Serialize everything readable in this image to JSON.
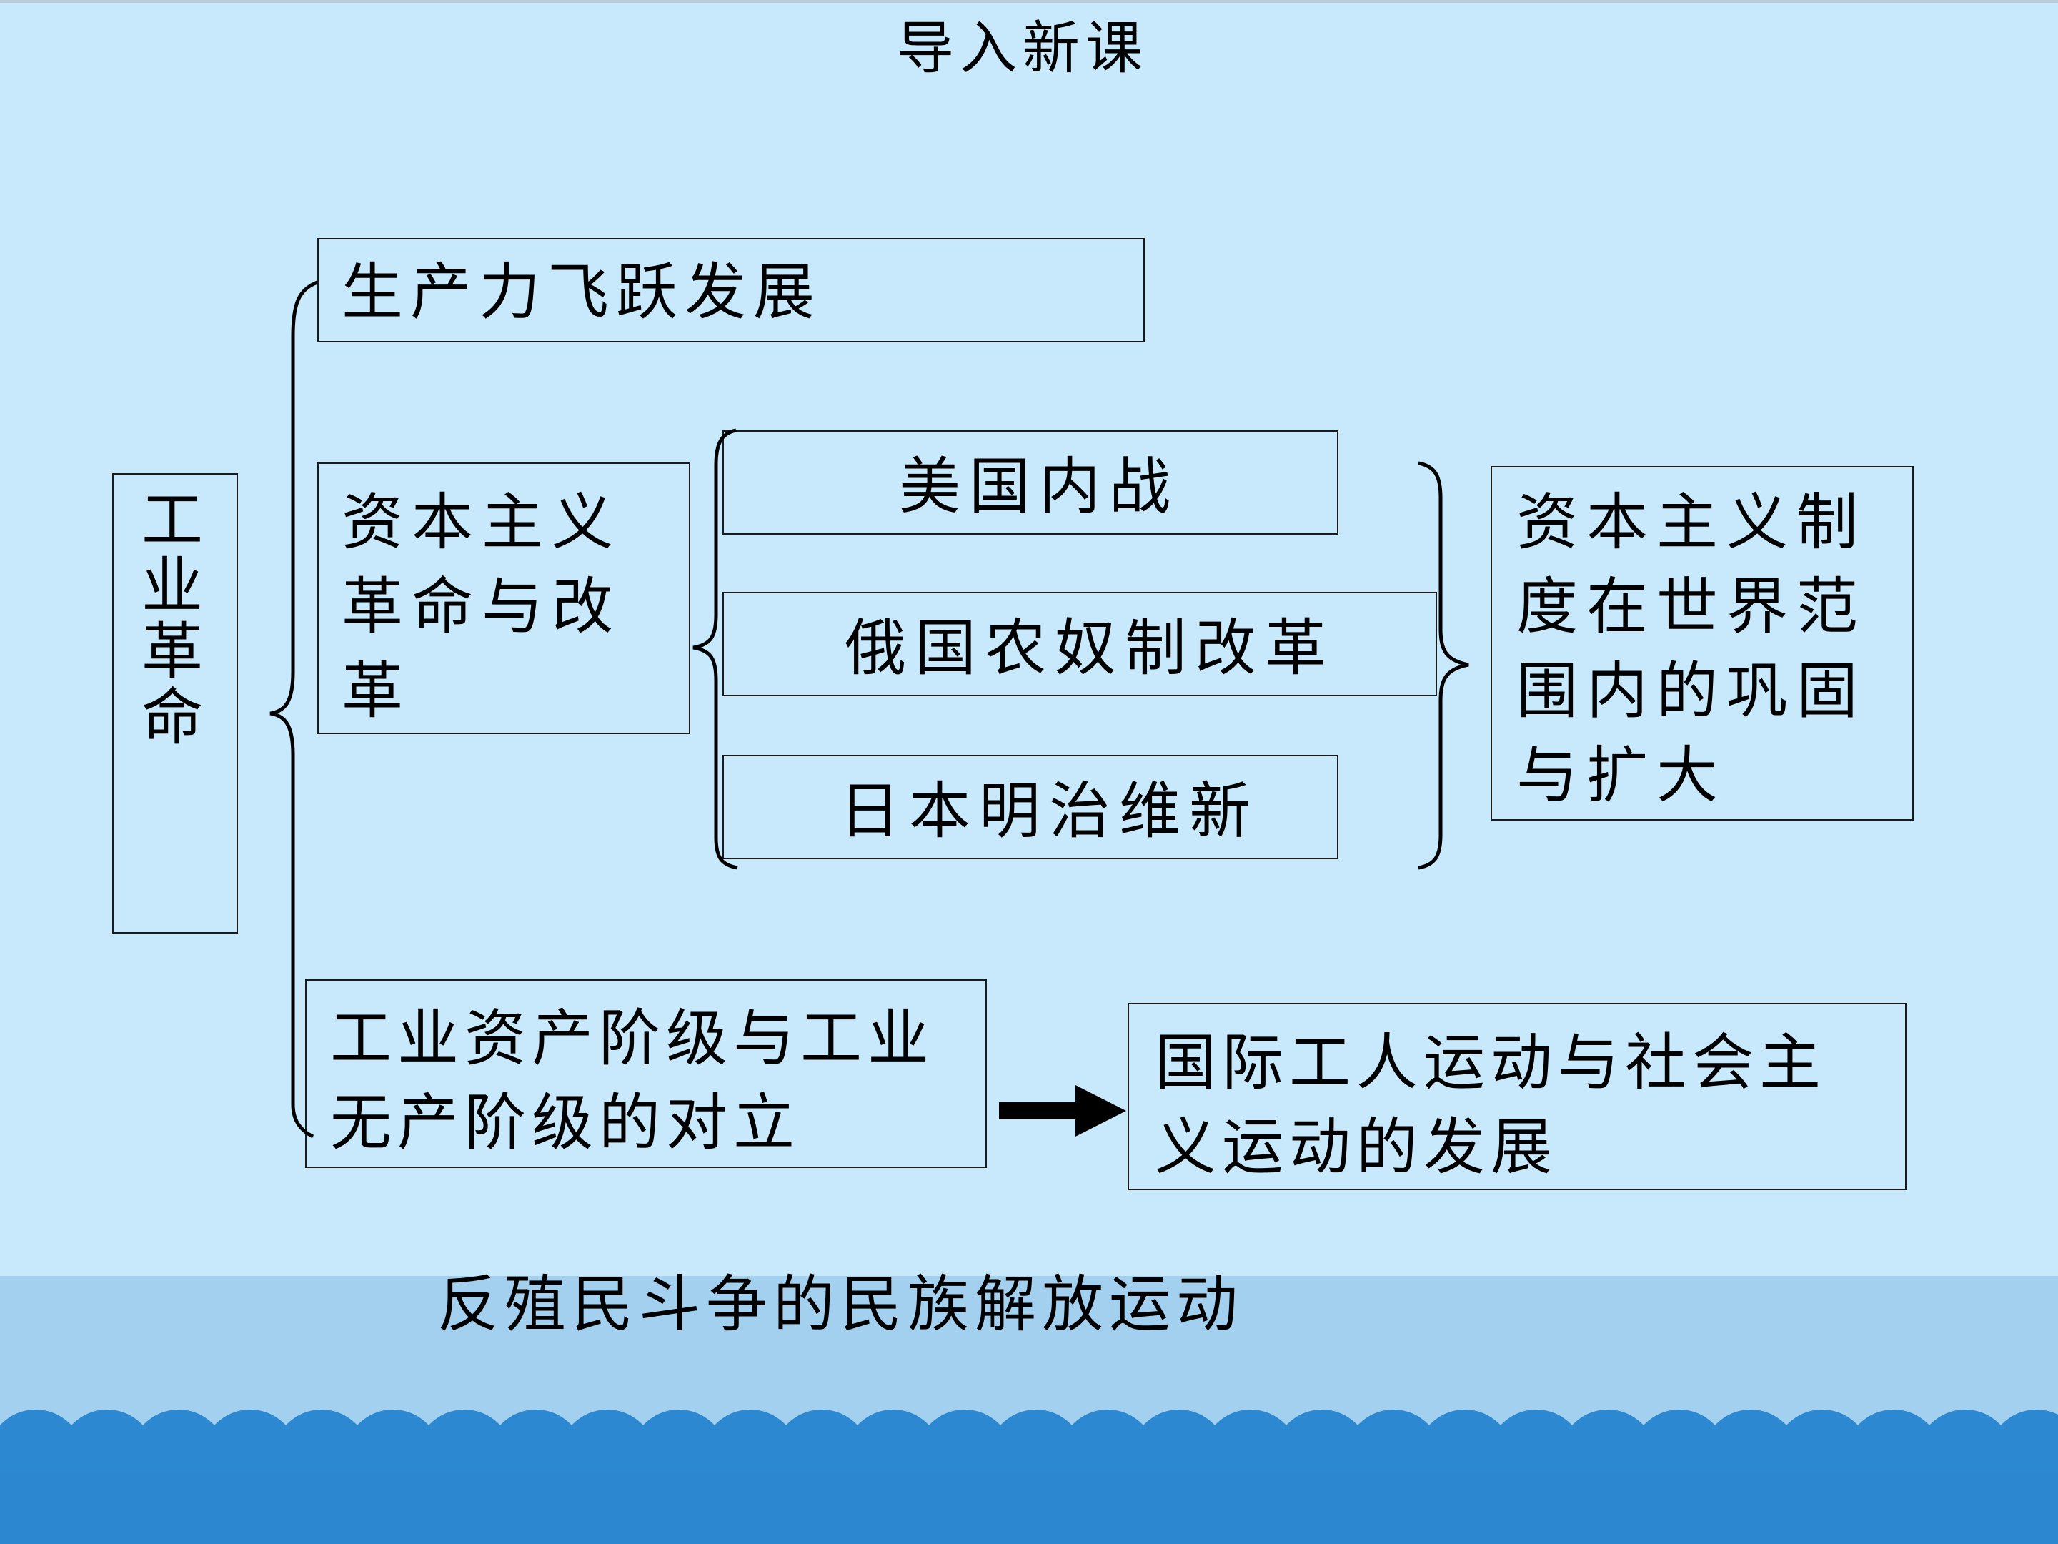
{
  "title": "导入新课",
  "root": {
    "chars": [
      "工",
      "业",
      "革",
      "命"
    ]
  },
  "branches": {
    "productivity": "生产力飞跃发展",
    "capitalist_revolution": "资本主义革命与改革",
    "class_opposition": "工业资产阶级与工业无产阶级的对立"
  },
  "revolutions": [
    "美国内战",
    "俄国农奴制改革",
    "日本明治维新"
  ],
  "result_capitalism": "资本主义制度在世界范围内的巩固与扩大",
  "result_workers": "国际工人运动与社会主义运动的发展",
  "bottom_text": "反殖民斗争的民族解放运动",
  "colors": {
    "background": "#c8e8fb",
    "band": "#a4d0f0",
    "wave": "#2c88d0"
  }
}
